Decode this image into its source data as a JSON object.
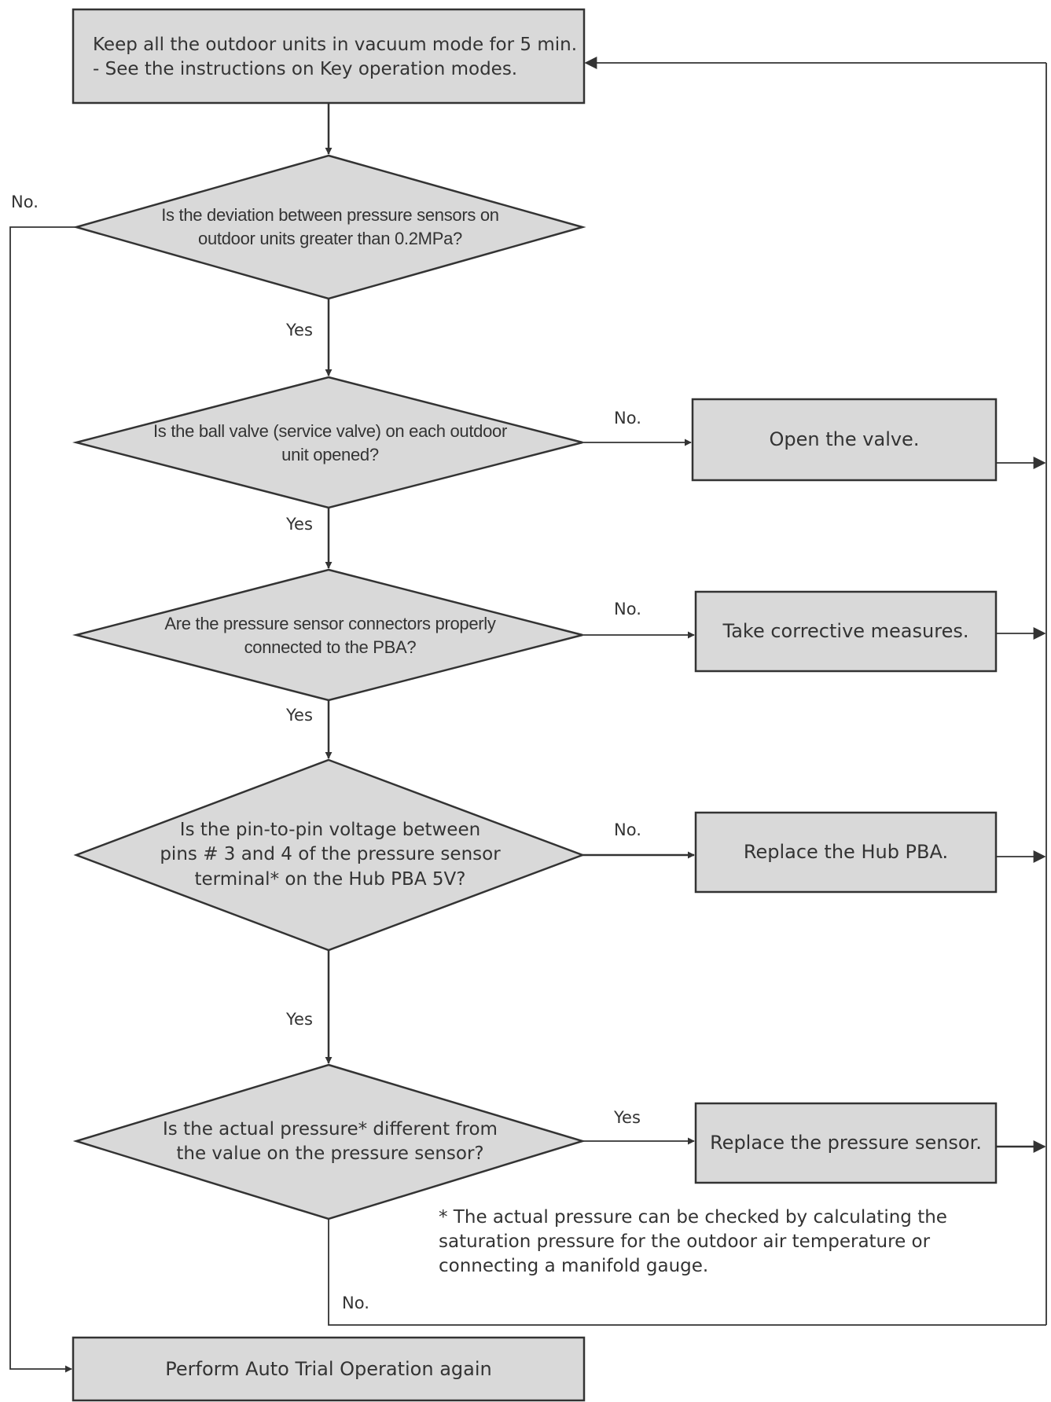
{
  "start_box": {
    "line1": "Keep all the outdoor units in vacuum mode for 5 min.",
    "line2": "- See the instructions on Key operation modes."
  },
  "decisions": [
    {
      "id": "deviation",
      "text": "Is the deviation between pressure sensors on\noutdoor units greater than 0.2MPa?"
    },
    {
      "id": "ball-valve",
      "text": "Is the ball valve (service valve) on each outdoor\nunit opened?"
    },
    {
      "id": "connectors",
      "text": "Are the pressure sensor connectors properly\nconnected to the PBA?"
    },
    {
      "id": "voltage",
      "text": "Is the pin-to-pin voltage between\npins # 3 and 4 of the pressure sensor\nterminal* on the Hub PBA 5V?"
    },
    {
      "id": "actual-pressure",
      "text": "Is the actual pressure* different from\nthe value on the pressure sensor?"
    }
  ],
  "actions": [
    {
      "id": "open-valve",
      "text": "Open the valve."
    },
    {
      "id": "corrective",
      "text": "Take corrective measures."
    },
    {
      "id": "replace-hub",
      "text": "Replace the Hub PBA."
    },
    {
      "id": "replace-sensor",
      "text": "Replace the pressure sensor."
    }
  ],
  "end_box": {
    "text": "Perform Auto Trial Operation again"
  },
  "branch_labels": {
    "no": "No.",
    "yes": "Yes"
  },
  "footnote": "* The actual pressure can be checked by calculating the\n   saturation pressure for the outdoor air temperature or\n   connecting a manifold gauge."
}
